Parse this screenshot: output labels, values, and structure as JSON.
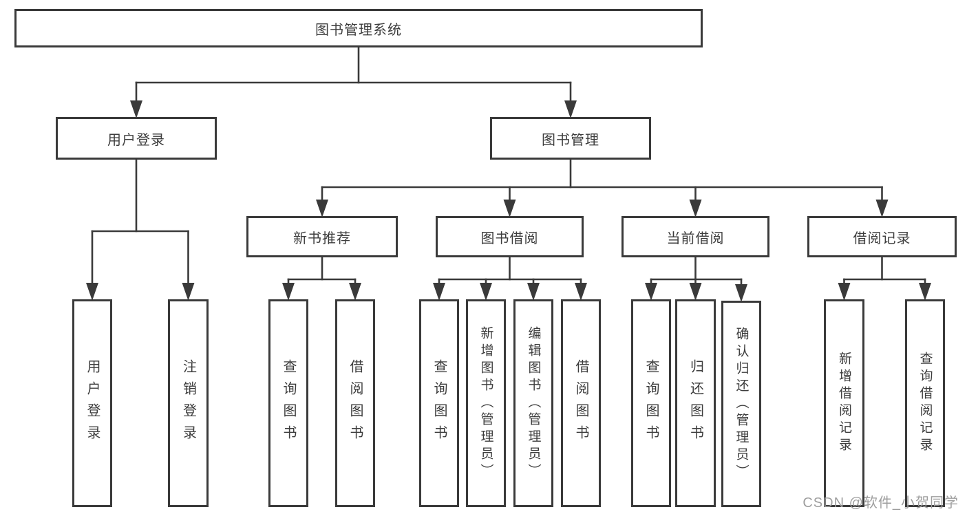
{
  "diagram": {
    "type": "tree",
    "title": "图书管理系统",
    "colors": {
      "line": "#3a3a3a",
      "box_border": "#3a3a3a",
      "text": "#3d3d3d",
      "background": "#ffffff",
      "watermark": "#9e9e9e"
    },
    "nodes": [
      {
        "id": "root",
        "label": "图书管理系统",
        "level": 1
      },
      {
        "id": "user-login",
        "label": "用户登录",
        "level": 2
      },
      {
        "id": "book-mgmt",
        "label": "图书管理",
        "level": 2
      },
      {
        "id": "new-book-rec",
        "label": "新书推荐",
        "level": 3
      },
      {
        "id": "book-borrow",
        "label": "图书借阅",
        "level": 3
      },
      {
        "id": "current-borrow",
        "label": "当前借阅",
        "level": 3
      },
      {
        "id": "borrow-record",
        "label": "借阅记录",
        "level": 3
      },
      {
        "id": "leaf-user-login",
        "label": "用户登录",
        "level": 4
      },
      {
        "id": "leaf-logout",
        "label": "注销登录",
        "level": 4
      },
      {
        "id": "leaf-query-book-1",
        "label": "查询图书",
        "level": 4
      },
      {
        "id": "leaf-borrow-book-1",
        "label": "借阅图书",
        "level": 4
      },
      {
        "id": "leaf-query-book-2",
        "label": "查询图书",
        "level": 4
      },
      {
        "id": "leaf-add-book",
        "label": "新增图书（管理员）",
        "level": 4
      },
      {
        "id": "leaf-edit-book",
        "label": "编辑图书（管理员）",
        "level": 4
      },
      {
        "id": "leaf-borrow-book-2",
        "label": "借阅图书",
        "level": 4
      },
      {
        "id": "leaf-query-book-3",
        "label": "查询图书",
        "level": 4
      },
      {
        "id": "leaf-return-book",
        "label": "归还图书",
        "level": 4
      },
      {
        "id": "leaf-confirm-return",
        "label": "确认归还（管理员）",
        "level": 4
      },
      {
        "id": "leaf-add-record",
        "label": "新增借阅记录",
        "level": 4
      },
      {
        "id": "leaf-query-record",
        "label": "查询借阅记录",
        "level": 4
      }
    ],
    "edges": [
      {
        "from": "root",
        "to": [
          "user-login",
          "book-mgmt"
        ]
      },
      {
        "from": "user-login",
        "to": [
          "leaf-user-login",
          "leaf-logout"
        ]
      },
      {
        "from": "book-mgmt",
        "to": [
          "new-book-rec",
          "book-borrow",
          "current-borrow",
          "borrow-record"
        ]
      },
      {
        "from": "new-book-rec",
        "to": [
          "leaf-query-book-1",
          "leaf-borrow-book-1"
        ]
      },
      {
        "from": "book-borrow",
        "to": [
          "leaf-query-book-2",
          "leaf-add-book",
          "leaf-edit-book",
          "leaf-borrow-book-2"
        ]
      },
      {
        "from": "current-borrow",
        "to": [
          "leaf-query-book-3",
          "leaf-return-book",
          "leaf-confirm-return"
        ]
      },
      {
        "from": "borrow-record",
        "to": [
          "leaf-add-record",
          "leaf-query-record"
        ]
      }
    ]
  },
  "watermark": {
    "text": "CSDN @软件_小贺同学"
  }
}
